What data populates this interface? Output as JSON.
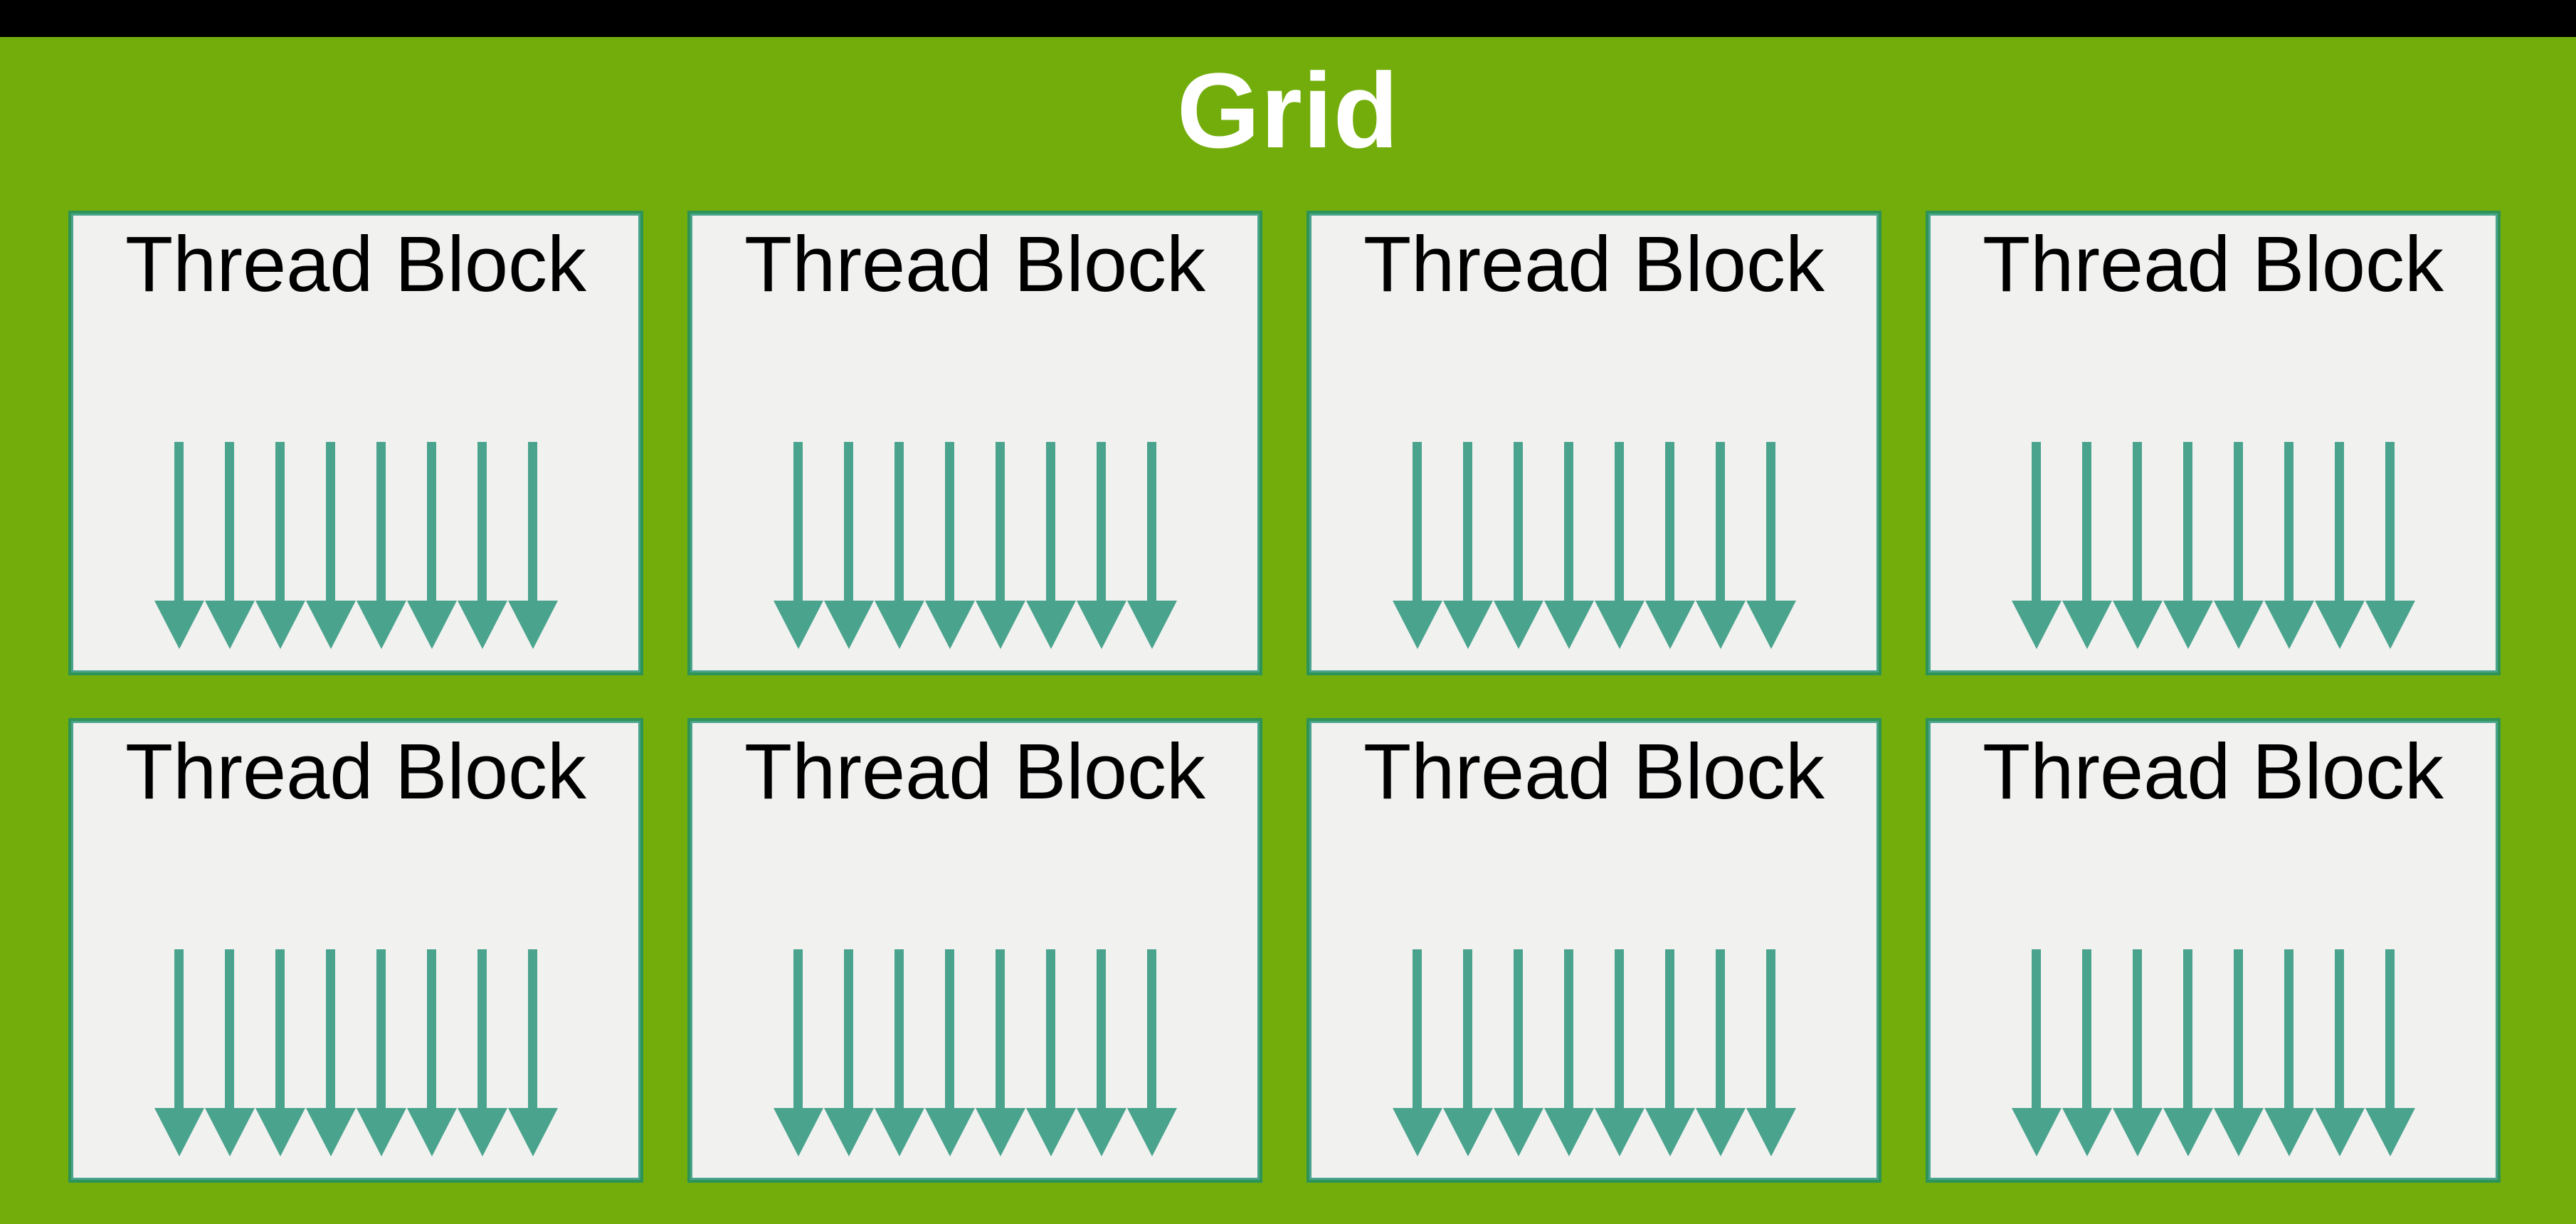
{
  "grid": {
    "title": "Grid",
    "rows": 2,
    "columns": 4,
    "threads_per_block": 8,
    "blocks": [
      {
        "label": "Thread Block"
      },
      {
        "label": "Thread Block"
      },
      {
        "label": "Thread Block"
      },
      {
        "label": "Thread Block"
      },
      {
        "label": "Thread Block"
      },
      {
        "label": "Thread Block"
      },
      {
        "label": "Thread Block"
      },
      {
        "label": "Thread Block"
      }
    ]
  },
  "colors": {
    "top_bar": "#000000",
    "background_green": "#73ad0c",
    "title_text": "#ffffff",
    "block_fill": "#f1f1f0",
    "block_border_outer": "#2e9356",
    "block_border_inner": "#4aa48d",
    "arrow_teal": "#4aa48d",
    "label_text": "#000000"
  }
}
